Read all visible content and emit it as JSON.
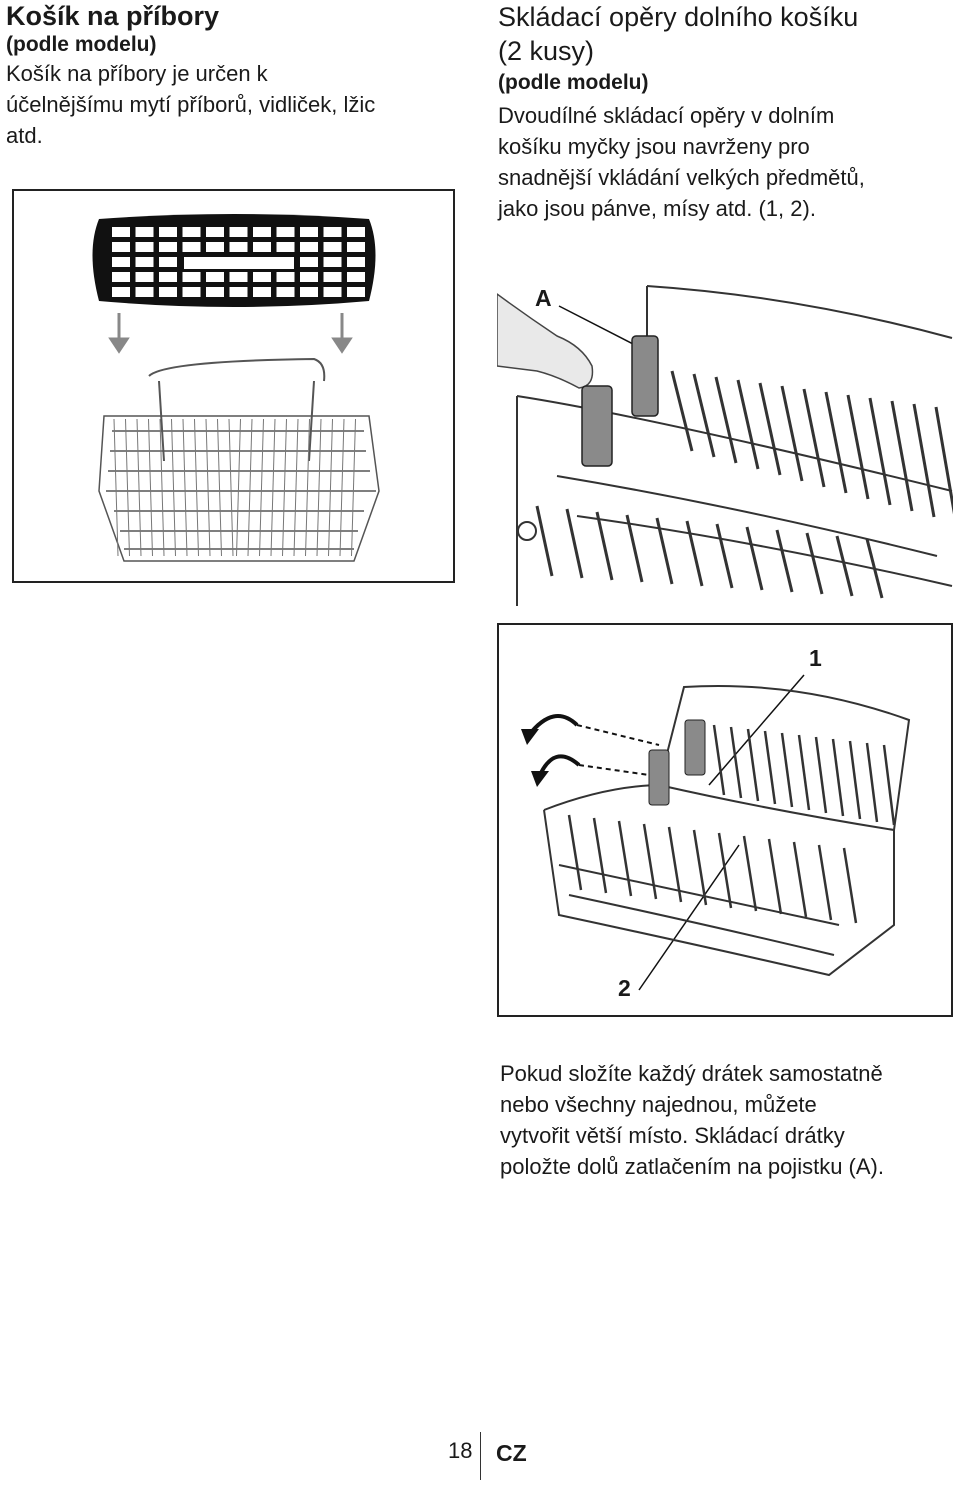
{
  "left": {
    "title": "Košík na příbory",
    "subtitle": "(podle modelu)",
    "body_lines": [
      "Košík na příbory je určen k",
      "účelnějšímu mytí příborů, vidliček, lžic",
      "atd."
    ]
  },
  "right": {
    "title_lines": [
      "Skládací opěry dolního košíku",
      "(2 kusy)"
    ],
    "subtitle": "(podle modelu)",
    "body_lines": [
      "Dvoudílné skládací opěry v dolním",
      "košíku myčky jsou navrženy pro",
      "snadnější vkládání velkých předmětů,",
      "jako jsou pánve, mísy atd. (1, 2)."
    ]
  },
  "figures": {
    "rack_a_label": "A",
    "rack_label_1": "1",
    "rack_label_2": "2"
  },
  "bottom_lines": [
    "Pokud složíte každý drátek samostatně",
    "nebo všechny najednou, můžete",
    "vytvořit větší místo. Skládací drátky",
    "položte dolů zatlačením na pojistku (A)."
  ],
  "footer": {
    "page_number": "18",
    "lang": "CZ"
  }
}
